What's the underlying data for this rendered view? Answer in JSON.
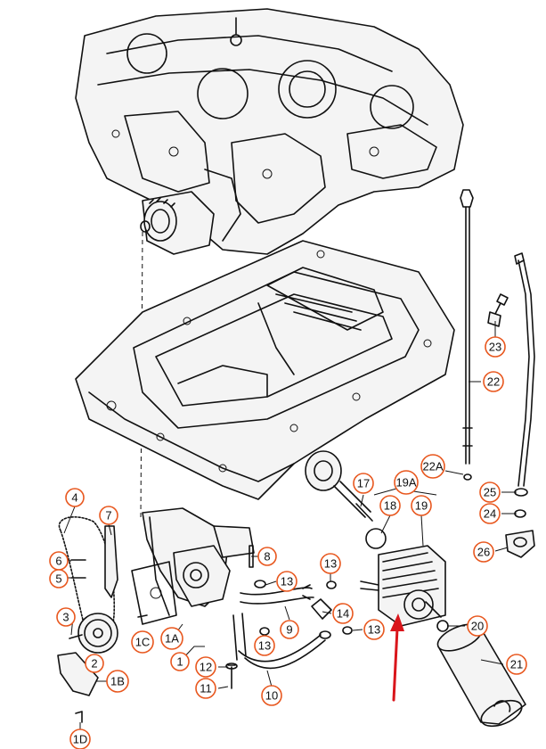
{
  "colors": {
    "callout_ring": "#e8571e",
    "line": "#111111",
    "pointer_arrow": "#d9151b"
  },
  "callouts": [
    {
      "id": "c4",
      "label": "4"
    },
    {
      "id": "c7",
      "label": "7"
    },
    {
      "id": "c6",
      "label": "6"
    },
    {
      "id": "c5",
      "label": "5"
    },
    {
      "id": "c3",
      "label": "3"
    },
    {
      "id": "c2",
      "label": "2"
    },
    {
      "id": "c1B",
      "label": "1B"
    },
    {
      "id": "c1C",
      "label": "1C"
    },
    {
      "id": "c1A",
      "label": "1A"
    },
    {
      "id": "c1",
      "label": "1"
    },
    {
      "id": "c1D",
      "label": "1D"
    },
    {
      "id": "c8",
      "label": "8"
    },
    {
      "id": "c12",
      "label": "12"
    },
    {
      "id": "c11",
      "label": "11"
    },
    {
      "id": "c13a",
      "label": "13"
    },
    {
      "id": "c13b",
      "label": "13"
    },
    {
      "id": "c13c",
      "label": "13"
    },
    {
      "id": "c13d",
      "label": "13"
    },
    {
      "id": "c9",
      "label": "9"
    },
    {
      "id": "c10",
      "label": "10"
    },
    {
      "id": "c14",
      "label": "14"
    },
    {
      "id": "c17",
      "label": "17"
    },
    {
      "id": "c18",
      "label": "18"
    },
    {
      "id": "c19A",
      "label": "19A"
    },
    {
      "id": "c19",
      "label": "19"
    },
    {
      "id": "c20",
      "label": "20"
    },
    {
      "id": "c21",
      "label": "21"
    },
    {
      "id": "c22A",
      "label": "22A"
    },
    {
      "id": "c22",
      "label": "22"
    },
    {
      "id": "c23",
      "label": "23"
    },
    {
      "id": "c24",
      "label": "24"
    },
    {
      "id": "c25",
      "label": "25"
    },
    {
      "id": "c26",
      "label": "26"
    }
  ]
}
